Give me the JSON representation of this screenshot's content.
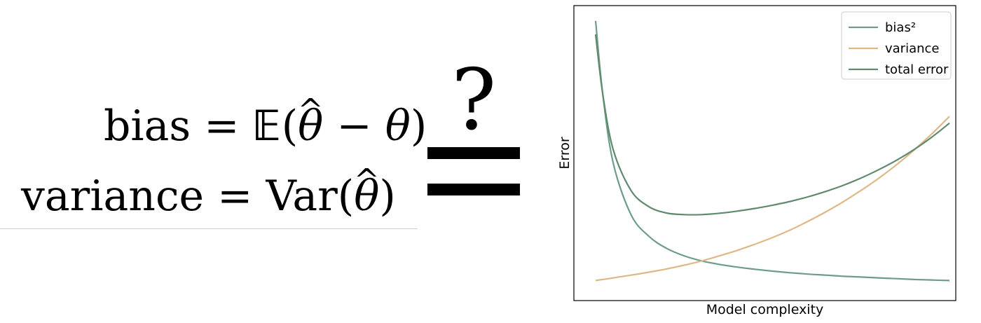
{
  "formulas": {
    "bias_lhs": "bias",
    "eq": "=",
    "bias_rhs_E": "𝔼",
    "paren_open": "(",
    "theta_hat": "θ",
    "minus": "−",
    "theta": "θ",
    "paren_close": ")",
    "variance_lhs": "variance",
    "var_rhs": "Var"
  },
  "relation_symbol": "?",
  "chart_data": {
    "type": "line",
    "xlabel": "Model complexity",
    "ylabel": "Error",
    "xlim": [
      0,
      1
    ],
    "ylim": [
      0,
      1
    ],
    "xticks": false,
    "yticks": false,
    "grid": false,
    "legend": "top-right",
    "x": [
      0.0,
      0.02,
      0.05,
      0.1,
      0.15,
      0.2,
      0.25,
      0.3,
      0.35,
      0.4,
      0.45,
      0.5,
      0.55,
      0.6,
      0.65,
      0.7,
      0.75,
      0.8,
      0.85,
      0.9,
      0.95,
      1.0
    ],
    "series": [
      {
        "name": "bias²",
        "color": "#6e9b8a",
        "values": [
          0.99,
          0.72,
          0.46,
          0.27,
          0.19,
          0.145,
          0.117,
          0.098,
          0.085,
          0.075,
          0.067,
          0.06,
          0.054,
          0.049,
          0.045,
          0.041,
          0.038,
          0.035,
          0.032,
          0.029,
          0.027,
          0.025
        ]
      },
      {
        "name": "variance",
        "color": "#deb887",
        "values": [
          0.025,
          0.029,
          0.035,
          0.045,
          0.056,
          0.068,
          0.082,
          0.098,
          0.117,
          0.137,
          0.16,
          0.185,
          0.213,
          0.245,
          0.28,
          0.318,
          0.36,
          0.405,
          0.455,
          0.51,
          0.57,
          0.635
        ]
      },
      {
        "name": "total error",
        "color": "#5f8a6e",
        "values": [
          0.94,
          0.72,
          0.51,
          0.36,
          0.3,
          0.276,
          0.27,
          0.27,
          0.275,
          0.283,
          0.293,
          0.305,
          0.319,
          0.336,
          0.356,
          0.379,
          0.406,
          0.437,
          0.472,
          0.512,
          0.558,
          0.61
        ]
      }
    ]
  }
}
